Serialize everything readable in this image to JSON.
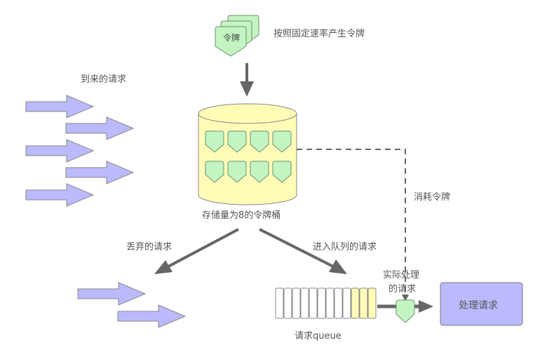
{
  "title": "令牌桶限流示意图",
  "labels": {
    "token_icon": "令牌",
    "token_generation": "按照固定速率产生令牌",
    "incoming_requests": "到来的请求",
    "bucket": "存储量为8的令牌桶",
    "consume_token": "消耗令牌",
    "dropped_requests": "丢弃的请求",
    "queued_requests": "进入队列的请求",
    "actual_processed_line1": "实际处理",
    "actual_processed_line2": "的请求",
    "queue": "请求queue",
    "process": "处理请求"
  },
  "bucket": {
    "capacity": 8,
    "tokens": 8
  },
  "queue": {
    "total_slots": 12,
    "filled_slots": 3
  },
  "incoming_arrow_count": 5,
  "dropped_arrow_count": 2,
  "colors": {
    "token_fill": "#c2f5c2",
    "token_stroke": "#6e8e6e",
    "bucket_fill": "#fffcb8",
    "request_fill": "#babafc",
    "queue_filled": "#fffcb8",
    "arrow": "#666666",
    "text": "#555555"
  }
}
